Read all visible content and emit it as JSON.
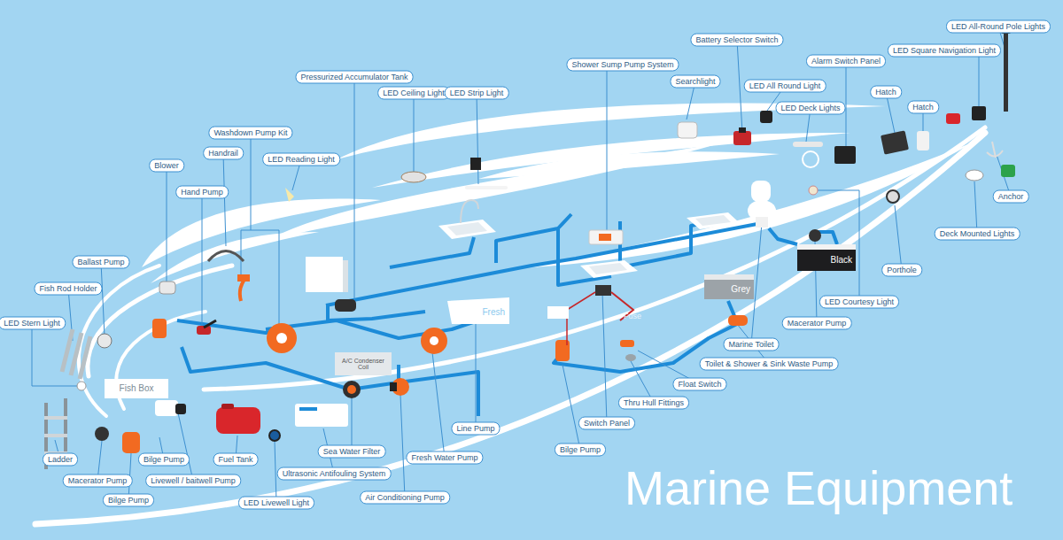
{
  "diagram": {
    "title": "Marine Equipment",
    "nodes": [
      {
        "text": [
          "LED All-Round Pole Lights"
        ]
      },
      {
        "text": [
          "Battery Selector Switch"
        ]
      },
      {
        "text": [
          "LED Square Navigation Light"
        ]
      },
      {
        "text": [
          "Alarm Switch Panel"
        ]
      },
      {
        "text": [
          "Shower Sump Pump System"
        ]
      },
      {
        "text": [
          "Pressurized Accumulator Tank"
        ]
      },
      {
        "text": [
          "Searchlight"
        ]
      },
      {
        "text": [
          "LED All Round Light"
        ]
      },
      {
        "text": [
          "Hatch"
        ]
      },
      {
        "text": [
          "LED Ceiling Light"
        ]
      },
      {
        "text": [
          "LED Strip Light"
        ]
      },
      {
        "text": [
          "Hatch"
        ]
      },
      {
        "text": [
          "LED Deck Lights"
        ]
      },
      {
        "text": [
          "Washdown Pump Kit"
        ]
      },
      {
        "text": [
          "Handrail"
        ]
      },
      {
        "text": [
          "LED Reading Light"
        ]
      },
      {
        "text": [
          "Blower"
        ]
      },
      {
        "text": [
          "Hand Pump"
        ]
      },
      {
        "text": [
          "Anchor"
        ]
      },
      {
        "text": [
          "Deck Mounted Lights"
        ]
      },
      {
        "text": [
          "Ballast Pump"
        ]
      },
      {
        "text": [
          "Porthole"
        ]
      },
      {
        "text": [
          "Fish Rod Holder"
        ]
      },
      {
        "text": [
          "LED Courtesy Light"
        ]
      },
      {
        "text": [
          "LED Stern Light"
        ]
      },
      {
        "text": [
          "Macerator Pump"
        ]
      },
      {
        "text": [
          "Marine Toilet"
        ]
      },
      {
        "text": [
          "Toilet & Shower & Sink Waste Pump"
        ]
      },
      {
        "text": [
          "Float Switch"
        ]
      },
      {
        "text": [
          "Thru Hull Fittings"
        ]
      },
      {
        "text": [
          "Switch Panel"
        ]
      },
      {
        "text": [
          "Line Pump"
        ]
      },
      {
        "text": [
          "Bilge Pump"
        ]
      },
      {
        "text": [
          "Sea Water Filter"
        ]
      },
      {
        "text": [
          "Fresh Water Pump"
        ]
      },
      {
        "text": [
          "Ladder"
        ]
      },
      {
        "text": [
          "Bilge Pump"
        ]
      },
      {
        "text": [
          "Fuel Tank"
        ]
      },
      {
        "text": [
          "Ultrasonic Antifouling System"
        ]
      },
      {
        "text": [
          "Macerator Pump"
        ]
      },
      {
        "text": [
          "Livewell / baitwell Pump"
        ]
      },
      {
        "text": [
          "Air Conditioning Pump"
        ]
      },
      {
        "text": [
          "Bilge Pump"
        ]
      },
      {
        "text": [
          "LED Livewell Light"
        ]
      },
      {
        "text": [
          "Black"
        ]
      },
      {
        "text": [
          "Grey"
        ]
      },
      {
        "text": [
          "Fresh"
        ]
      },
      {
        "text": [
          "A/C Condenser Coil"
        ]
      },
      {
        "text": [
          "Fish Box"
        ]
      }
    ],
    "labels": [
      "Fuse"
    ]
  }
}
